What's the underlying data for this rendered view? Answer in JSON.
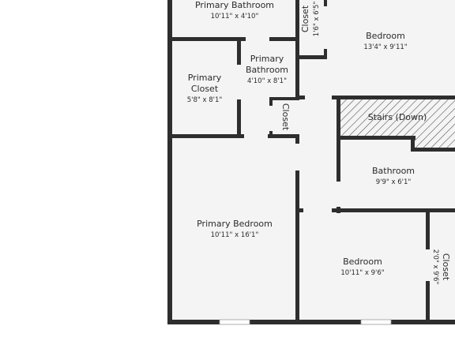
{
  "floor_plan": {
    "rooms": {
      "primary_bathroom_top": {
        "name": "Primary Bathroom",
        "dims": "10'11\" x 4'10\""
      },
      "closet_top": {
        "name": "Closet",
        "dims": "1'6\" x 6'5\""
      },
      "bedroom_top": {
        "name": "Bedroom",
        "dims": "13'4\" x 9'11\""
      },
      "primary_closet": {
        "name_line1": "Primary",
        "name_line2": "Closet",
        "dims": "5'8\" x 8'1\""
      },
      "primary_bathroom_mid": {
        "name_line1": "Primary",
        "name_line2": "Bathroom",
        "dims": "4'10\" x 8'1\""
      },
      "closet_mid": {
        "name": "Closet"
      },
      "stairs": {
        "name": "Stairs (Down)"
      },
      "bathroom": {
        "name": "Bathroom",
        "dims": "9'9\" x 6'1\""
      },
      "primary_bedroom": {
        "name": "Primary Bedroom",
        "dims": "10'11\" x 16'1\""
      },
      "bedroom_bottom": {
        "name": "Bedroom",
        "dims": "10'11\" x 9'6\""
      },
      "closet_bottom": {
        "name": "Closet",
        "dims": "2'0\" x 9'6\""
      }
    },
    "colors": {
      "wall": "#2e2e2e",
      "floor": "#f4f4f4",
      "background": "#ffffff"
    }
  }
}
